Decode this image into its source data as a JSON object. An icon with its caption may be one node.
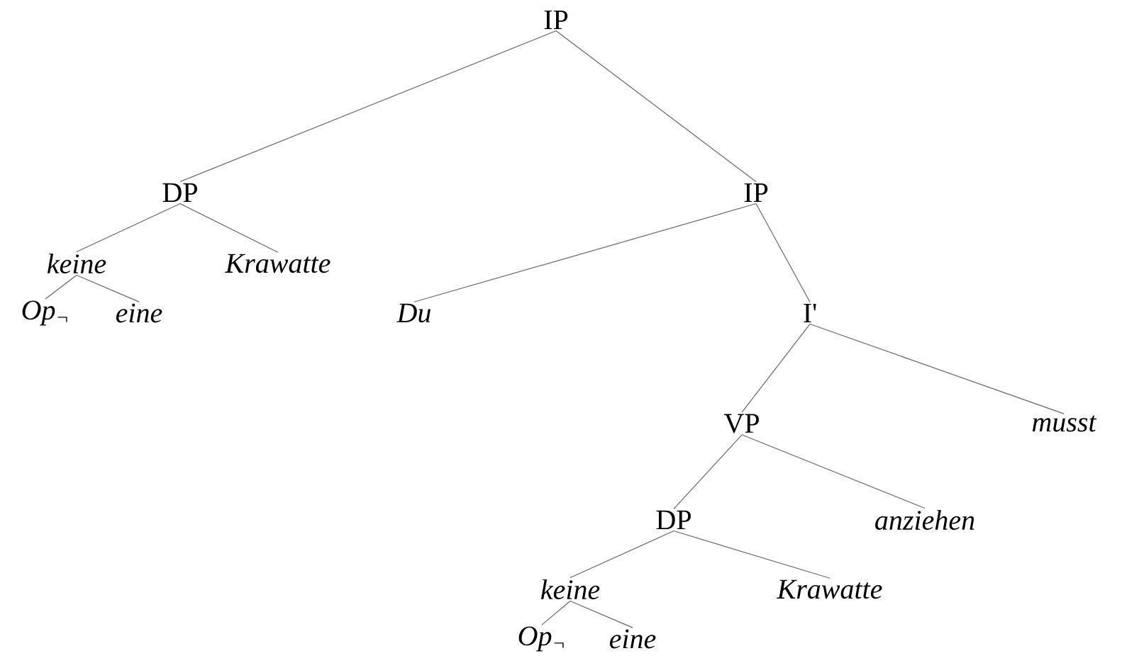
{
  "diagram": {
    "nodes": [
      {
        "text": [
          "IP"
        ]
      },
      {
        "text": [
          "DP"
        ]
      },
      {
        "text": [
          "keine"
        ]
      },
      {
        "text": [
          "Krawatte"
        ]
      },
      {
        "text": [
          "Op$_{¬}$"
        ]
      },
      {
        "text": [
          "eine"
        ]
      },
      {
        "text": [
          "IP"
        ]
      },
      {
        "text": [
          "Du"
        ]
      },
      {
        "text": [
          "I'"
        ]
      },
      {
        "text": [
          "VP"
        ]
      },
      {
        "text": [
          "musst"
        ]
      },
      {
        "text": [
          "DP"
        ]
      },
      {
        "text": [
          "anziehen"
        ]
      },
      {
        "text": [
          "keine"
        ]
      },
      {
        "text": [
          "Krawatte"
        ]
      },
      {
        "text": [
          "Op$_{¬}$"
        ]
      },
      {
        "text": [
          "eine"
        ]
      }
    ],
    "edges": [
      {
        "from": 0,
        "to": 1,
        "arrow": "none"
      },
      {
        "from": 0,
        "to": 6,
        "arrow": "none"
      },
      {
        "from": 1,
        "to": 2,
        "arrow": "none"
      },
      {
        "from": 1,
        "to": 3,
        "arrow": "none"
      },
      {
        "from": 2,
        "to": 4,
        "arrow": "none"
      },
      {
        "from": 2,
        "to": 5,
        "arrow": "none"
      },
      {
        "from": 6,
        "to": 7,
        "arrow": "none"
      },
      {
        "from": 6,
        "to": 8,
        "arrow": "none"
      },
      {
        "from": 8,
        "to": 9,
        "arrow": "none"
      },
      {
        "from": 8,
        "to": 10,
        "arrow": "none"
      },
      {
        "from": 9,
        "to": 11,
        "arrow": "none"
      },
      {
        "from": 9,
        "to": 12,
        "arrow": "none"
      },
      {
        "from": 11,
        "to": 13,
        "arrow": "none"
      },
      {
        "from": 11,
        "to": 14,
        "arrow": "none"
      },
      {
        "from": 13,
        "to": 15,
        "arrow": "none"
      },
      {
        "from": 13,
        "to": 16,
        "arrow": "none"
      }
    ]
  }
}
